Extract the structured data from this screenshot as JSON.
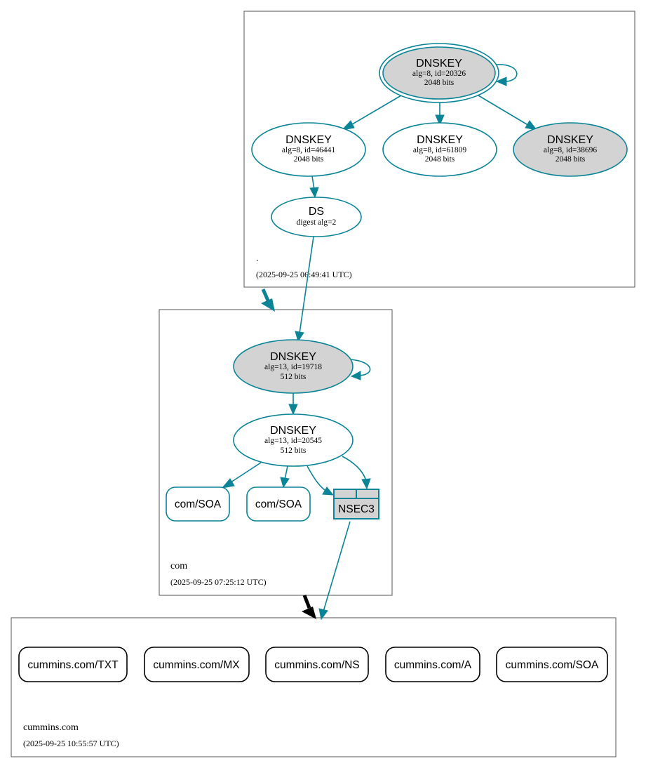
{
  "colors": {
    "edge": "#0a8496",
    "filled_node": "#d3d3d3",
    "node_border": "#0a8496",
    "zone_border": "#555555",
    "delegation_black": "#000000"
  },
  "zones": {
    "root": {
      "name": ".",
      "timestamp": "(2025-09-25 06:49:41 UTC)"
    },
    "com": {
      "name": "com",
      "timestamp": "(2025-09-25 07:25:12 UTC)"
    },
    "cummins": {
      "name": "cummins.com",
      "timestamp": "(2025-09-25 10:55:57 UTC)"
    }
  },
  "nodes": {
    "root_ksk": {
      "title": "DNSKEY",
      "line1": "alg=8, id=20326",
      "line2": "2048 bits"
    },
    "root_k1": {
      "title": "DNSKEY",
      "line1": "alg=8, id=46441",
      "line2": "2048 bits"
    },
    "root_k2": {
      "title": "DNSKEY",
      "line1": "alg=8, id=61809",
      "line2": "2048 bits"
    },
    "root_k3": {
      "title": "DNSKEY",
      "line1": "alg=8, id=38696",
      "line2": "2048 bits"
    },
    "com_ds": {
      "title": "DS",
      "line1": "digest alg=2"
    },
    "com_ksk": {
      "title": "DNSKEY",
      "line1": "alg=13, id=19718",
      "line2": "512 bits"
    },
    "com_zsk": {
      "title": "DNSKEY",
      "line1": "alg=13, id=20545",
      "line2": "512 bits"
    },
    "com_soa1": {
      "label": "com/SOA"
    },
    "com_soa2": {
      "label": "com/SOA"
    },
    "com_nsec3": {
      "label": "NSEC3"
    },
    "rr_txt": {
      "label": "cummins.com/TXT"
    },
    "rr_mx": {
      "label": "cummins.com/MX"
    },
    "rr_ns": {
      "label": "cummins.com/NS"
    },
    "rr_a": {
      "label": "cummins.com/A"
    },
    "rr_soa": {
      "label": "cummins.com/SOA"
    }
  }
}
